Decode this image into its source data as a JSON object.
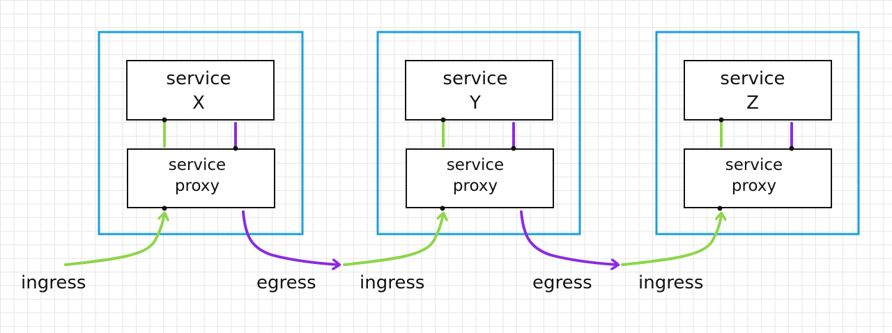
{
  "colors": {
    "container": "#1a9fdc",
    "ingress": "#8ed64a",
    "egress": "#8a2be2",
    "ink": "#111111"
  },
  "services": [
    {
      "service_label": "service",
      "service_name": "X",
      "proxy_line1": "service",
      "proxy_line2": "proxy",
      "ingress_label": "ingress",
      "egress_label": "egress"
    },
    {
      "service_label": "service",
      "service_name": "Y",
      "proxy_line1": "service",
      "proxy_line2": "proxy",
      "ingress_label": "ingress",
      "egress_label": "egress"
    },
    {
      "service_label": "service",
      "service_name": "Z",
      "proxy_line1": "service",
      "proxy_line2": "proxy",
      "ingress_label": "ingress"
    }
  ]
}
